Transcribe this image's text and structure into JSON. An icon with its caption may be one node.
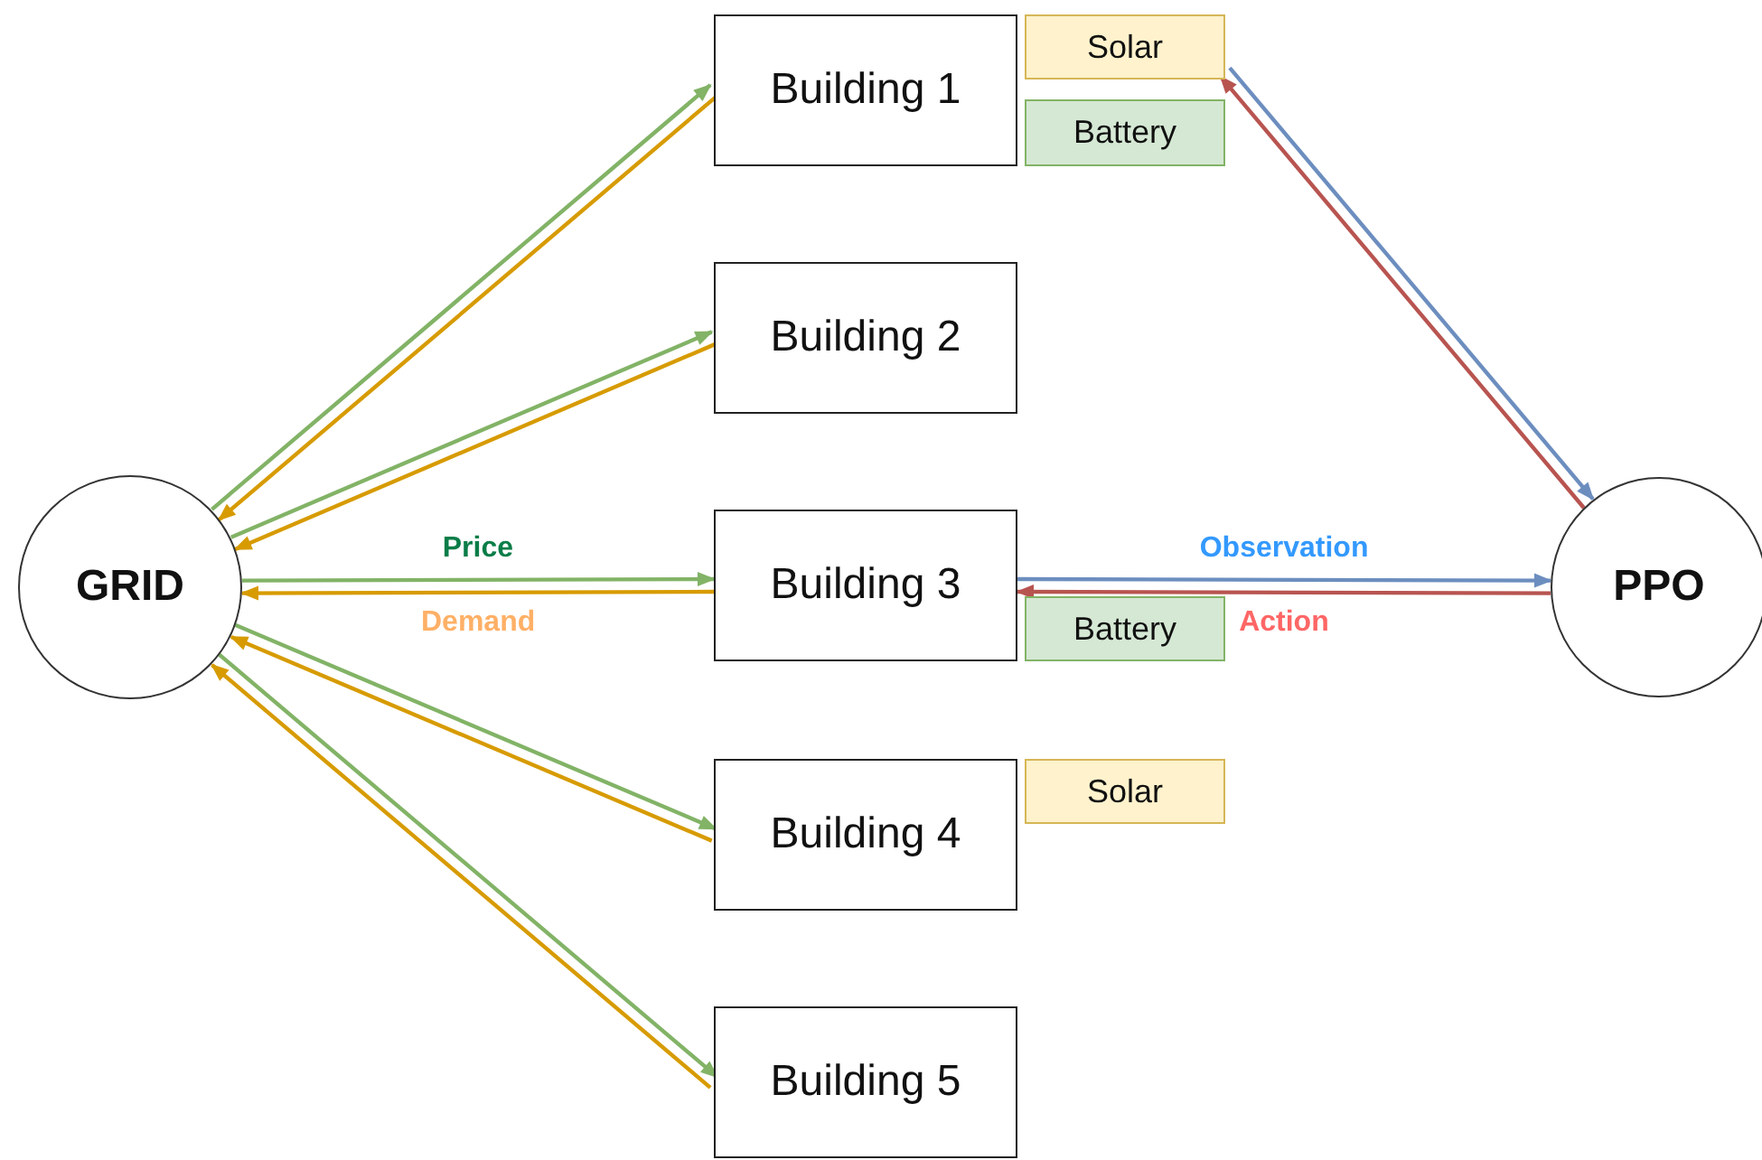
{
  "diagram": {
    "nodes": [
      {
        "text": [
          "GRID"
        ]
      },
      {
        "text": [
          "Building 1"
        ]
      },
      {
        "text": [
          "Building 2"
        ]
      },
      {
        "text": [
          "Building 3"
        ]
      },
      {
        "text": [
          "Building 4"
        ]
      },
      {
        "text": [
          "Building 5"
        ]
      },
      {
        "text": [
          "Solar"
        ]
      },
      {
        "text": [
          "Battery"
        ]
      },
      {
        "text": [
          "Battery"
        ]
      },
      {
        "text": [
          "Solar"
        ]
      },
      {
        "text": [
          "PPO"
        ]
      }
    ],
    "edges": [
      {
        "from": 0,
        "to": 1,
        "arrow": "to",
        "color": "#82b366"
      },
      {
        "from": 1,
        "to": 0,
        "arrow": "to",
        "color": "#d79b00"
      },
      {
        "from": 0,
        "to": 2,
        "arrow": "to",
        "color": "#82b366"
      },
      {
        "from": 2,
        "to": 0,
        "arrow": "to",
        "color": "#d79b00"
      },
      {
        "from": 0,
        "to": 3,
        "arrow": "to",
        "color": "#82b366",
        "label": "Price"
      },
      {
        "from": 3,
        "to": 0,
        "arrow": "to",
        "color": "#d79b00",
        "label": "Demand"
      },
      {
        "from": 0,
        "to": 4,
        "arrow": "to",
        "color": "#82b366"
      },
      {
        "from": 4,
        "to": 0,
        "arrow": "to",
        "color": "#d79b00"
      },
      {
        "from": 0,
        "to": 5,
        "arrow": "to",
        "color": "#82b366"
      },
      {
        "from": 5,
        "to": 0,
        "arrow": "to",
        "color": "#d79b00"
      },
      {
        "from": 6,
        "to": 10,
        "arrow": "to",
        "color": "#6c8ebf"
      },
      {
        "from": 10,
        "to": 6,
        "arrow": "to",
        "color": "#b85450"
      },
      {
        "from": 3,
        "to": 10,
        "arrow": "to",
        "color": "#6c8ebf",
        "label": "Observation"
      },
      {
        "from": 10,
        "to": 3,
        "arrow": "to",
        "color": "#b85450",
        "label": "Action"
      }
    ]
  }
}
